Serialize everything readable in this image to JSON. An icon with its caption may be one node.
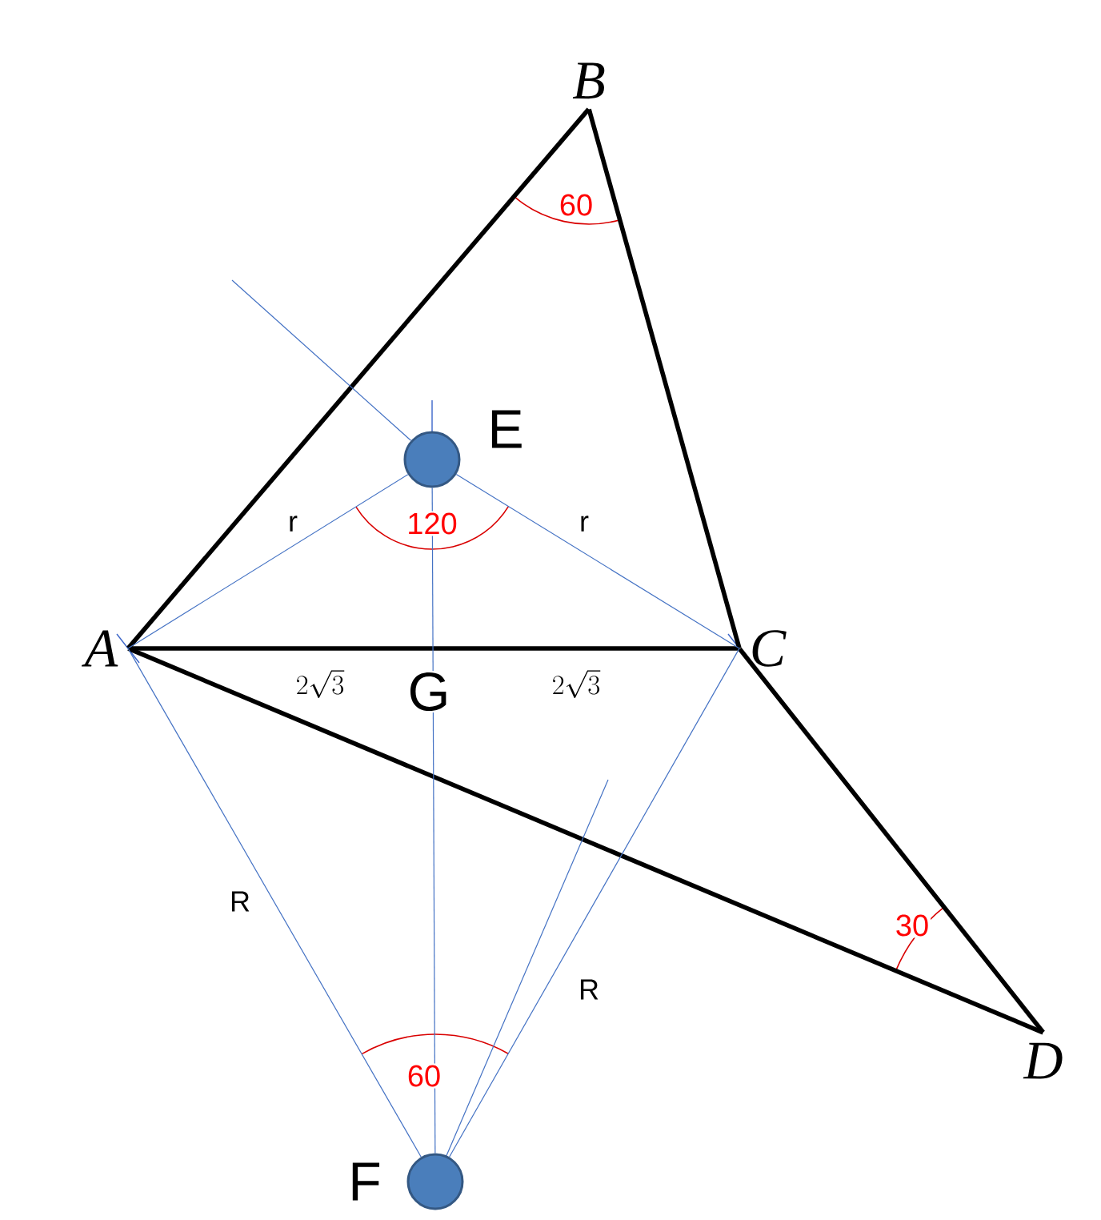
{
  "diagram": {
    "nodes": [
      {
        "text": [
          "A"
        ]
      },
      {
        "text": [
          "B"
        ]
      },
      {
        "text": [
          "C"
        ]
      },
      {
        "text": [
          "D"
        ]
      },
      {
        "text": [],
        "shape": "circle",
        "beside": [
          "E"
        ]
      },
      {
        "text": [],
        "shape": "circle",
        "beside": [
          "F"
        ]
      }
    ],
    "edges": [
      {
        "from": 0,
        "to": 1,
        "arrow": "none",
        "style": "thick",
        "color": "#000000"
      },
      {
        "from": 1,
        "to": 2,
        "arrow": "none",
        "style": "thick",
        "color": "#000000"
      },
      {
        "from": 0,
        "to": 2,
        "arrow": "none",
        "style": "thick",
        "color": "#000000"
      },
      {
        "from": 2,
        "to": 3,
        "arrow": "none",
        "style": "thick",
        "color": "#000000"
      },
      {
        "from": 0,
        "to": 3,
        "arrow": "none",
        "style": "thick",
        "color": "#000000"
      },
      {
        "from": 4,
        "to": 0,
        "arrow": "none",
        "label": "r",
        "color": "#4472c4"
      },
      {
        "from": 4,
        "to": 2,
        "arrow": "none",
        "label": "r",
        "color": "#4472c4"
      },
      {
        "from": 5,
        "to": 0,
        "arrow": "none",
        "label": "R",
        "color": "#4472c4"
      },
      {
        "from": 5,
        "to": 2,
        "arrow": "none",
        "label": "R",
        "color": "#4472c4"
      },
      {
        "from": 4,
        "to": 5,
        "arrow": "none",
        "color": "#4472c4"
      },
      {
        "from": null,
        "to": 4,
        "arrow": "none",
        "color": "#4472c4"
      },
      {
        "from": 5,
        "to": null,
        "arrow": "none",
        "color": "#4472c4"
      }
    ],
    "labels": [
      "60",
      "120",
      "2\\sqrt{3}",
      "G",
      "2\\sqrt{3}",
      "30",
      "60"
    ]
  }
}
